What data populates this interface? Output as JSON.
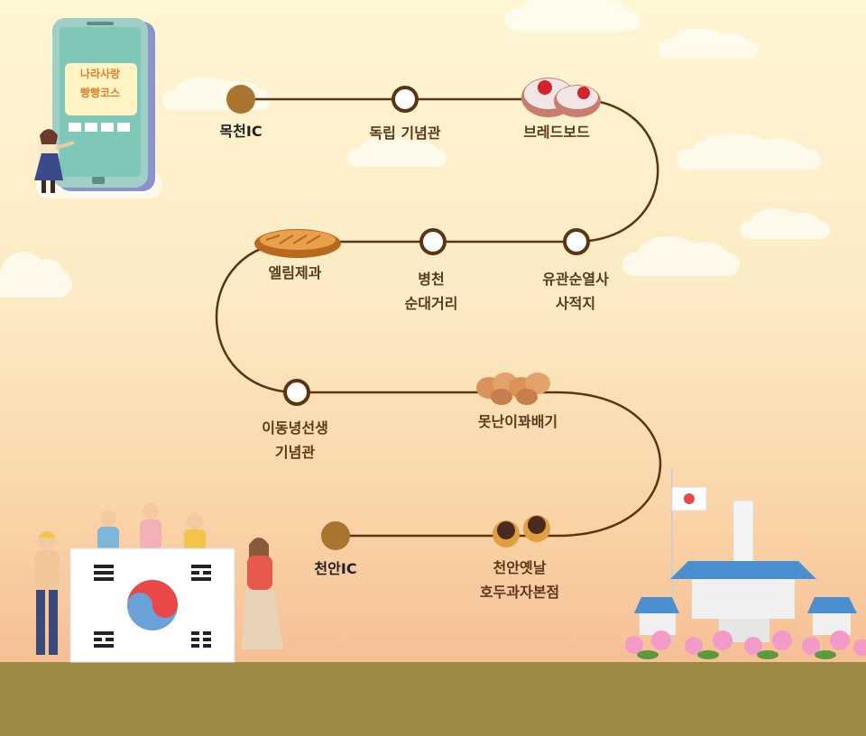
{
  "phone_title": "나라사랑\n빵빵코스",
  "stops": [
    {
      "name": "목천IC",
      "type": "ic"
    },
    {
      "name": "독립 기념관",
      "type": "spot"
    },
    {
      "name": "브레드보드",
      "type": "bakery"
    },
    {
      "name": "유관순열사\n사적지",
      "type": "spot"
    },
    {
      "name": "병천\n순대거리",
      "type": "spot"
    },
    {
      "name": "엘림제과",
      "type": "bakery"
    },
    {
      "name": "이동녕선생\n기념관",
      "type": "spot"
    },
    {
      "name": "못난이꽈배기",
      "type": "bakery"
    },
    {
      "name": "천안옛날\n호두과자본점",
      "type": "bakery"
    },
    {
      "name": "천안IC",
      "type": "ic"
    }
  ],
  "colors": {
    "route": "#5b3512",
    "sky_top": "#fff6d4",
    "sky_bottom": "#f6bf96",
    "ground": "#9c8b43",
    "label": "#5a3a1a"
  }
}
